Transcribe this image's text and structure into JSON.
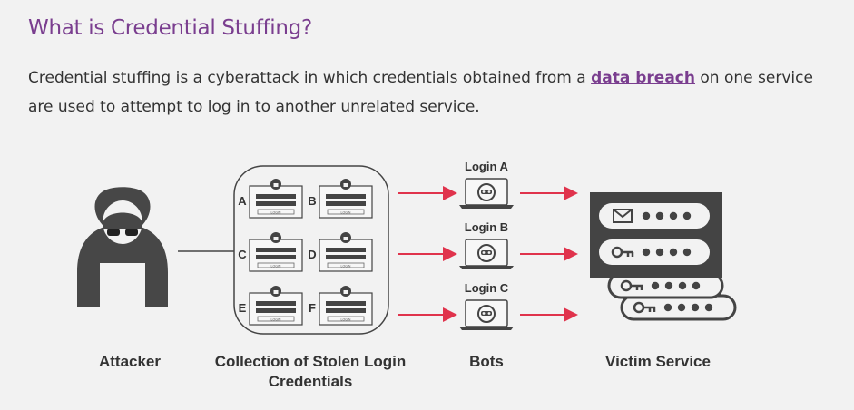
{
  "article": {
    "title": "What is Credential Stuffing?",
    "para_before": "Credential stuffing is a cyberattack in which credentials obtained from a ",
    "link_text": "data breach",
    "para_after": " on one service are used to attempt to log in to another unrelated service."
  },
  "diagram": {
    "attacker_label": "Attacker",
    "collection_label_line1": "Collection of Stolen Login",
    "collection_label_line2": "Credentials",
    "bots_label": "Bots",
    "victim_label": "Victim Service",
    "credential_letters": [
      "A",
      "B",
      "C",
      "D",
      "E",
      "F"
    ],
    "bot_labels": [
      "Login A",
      "Login B",
      "Login C"
    ],
    "form_button_text": "LOGIN",
    "colors": {
      "arrow": "#e0334c",
      "dark": "#444444",
      "heading": "#7a3e8f"
    }
  }
}
